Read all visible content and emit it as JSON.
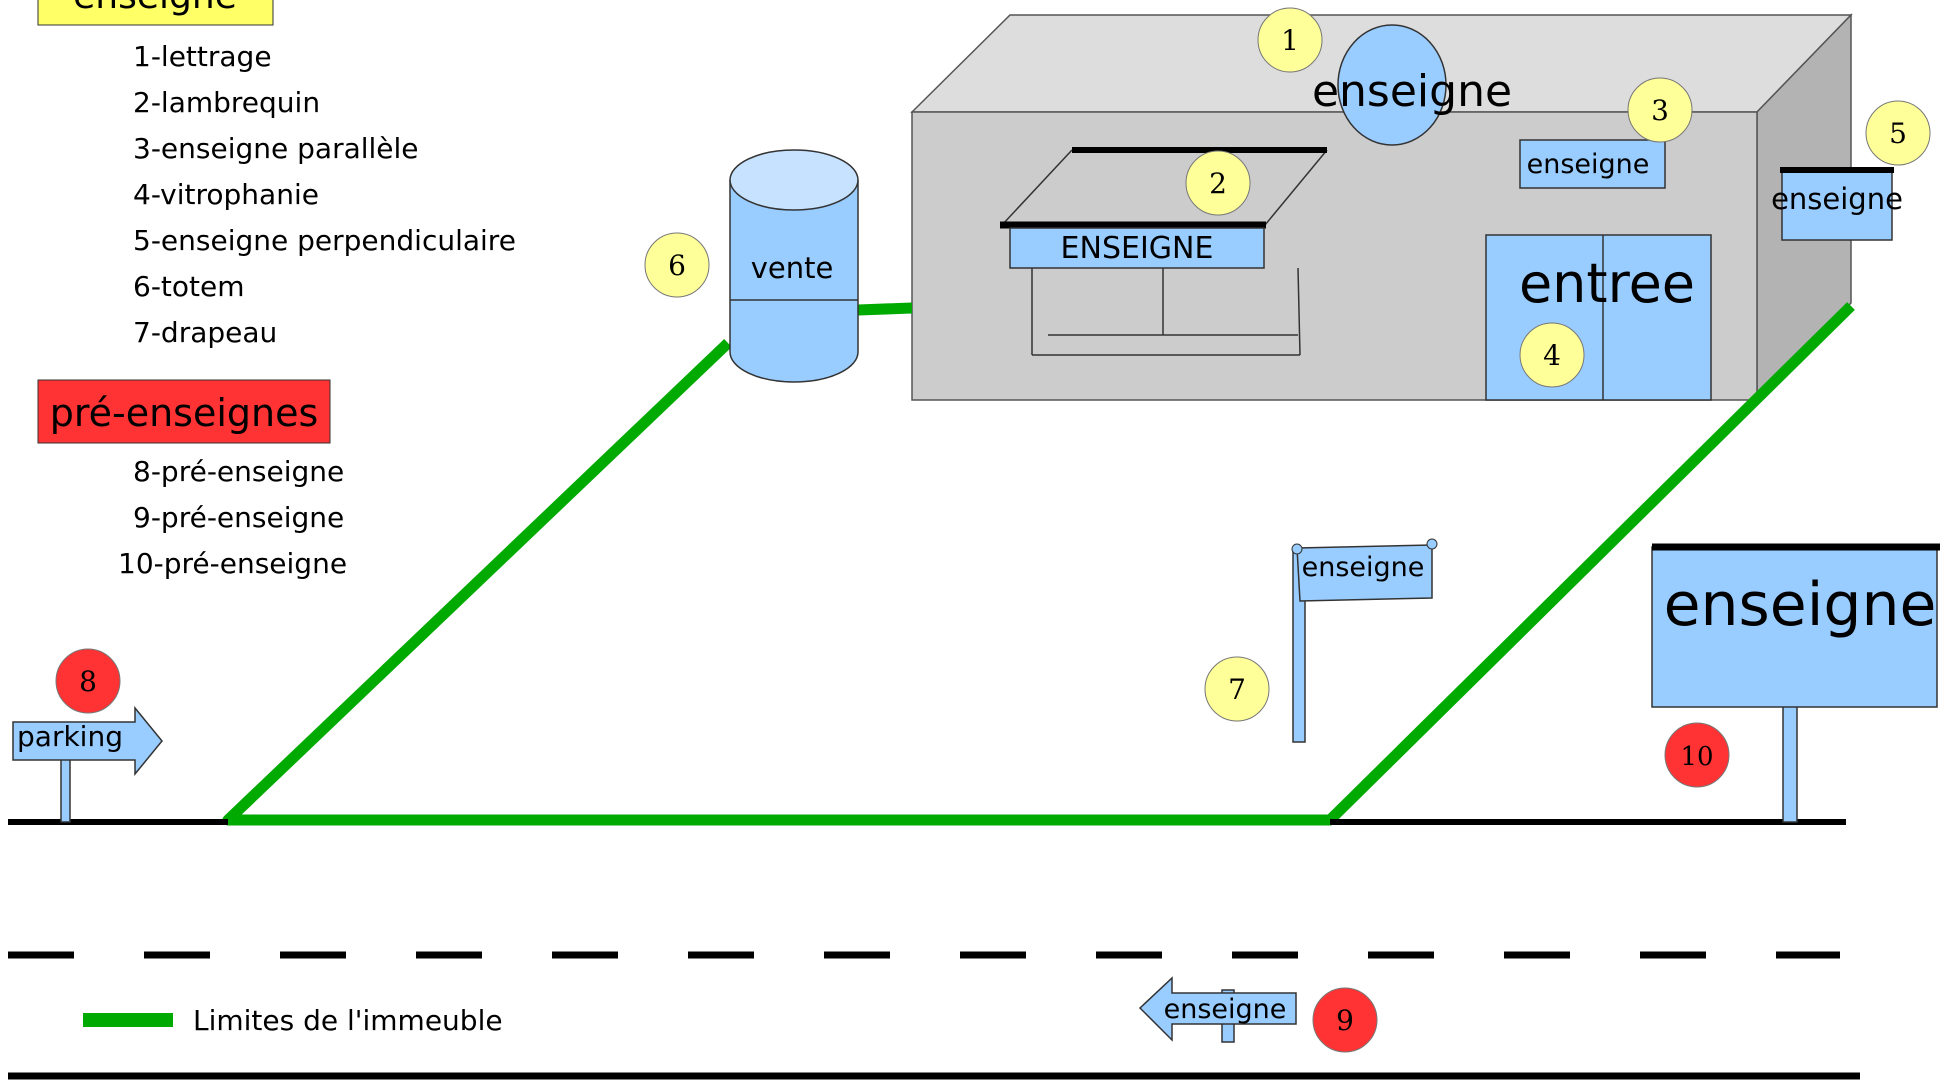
{
  "legend": {
    "enseigne_heading": "enseigne",
    "enseigne_items": [
      "1-lettrage",
      "2-lambrequin",
      "3-enseigne parallèle",
      "4-vitrophanie",
      "5-enseigne perpendiculaire",
      "6-totem",
      "7-drapeau"
    ],
    "pre_enseignes_heading": "pré-enseignes",
    "pre_enseigne_items": [
      "8-pré-enseigne",
      "9-pré-enseigne",
      "10-pré-enseigne"
    ],
    "building_limit_label": "Limites de l'immeuble"
  },
  "signs": {
    "lettrage_text": "enseigne",
    "lambrequin_text": "ENSEIGNE",
    "parallel_text": "enseigne",
    "perpendicular_text": "enseigne",
    "totem_text": "vente",
    "door_text": "entree",
    "flag_text": "enseigne",
    "parking_text": "parking",
    "arrow_text": "enseigne",
    "billboard_text": "enseigne"
  },
  "markers": [
    "1",
    "2",
    "3",
    "4",
    "5",
    "6",
    "7",
    "8",
    "9",
    "10"
  ],
  "colors": {
    "sign_blue": "#99ccff",
    "marker_yellow": "#ffff99",
    "marker_red": "#ff3333",
    "heading_yellow": "#ffff66",
    "heading_red": "#ff3333",
    "limit_green": "#00aa00",
    "building_gray": "#cccccc",
    "building_side": "#b3b3b3",
    "building_roof": "#dddddd"
  }
}
